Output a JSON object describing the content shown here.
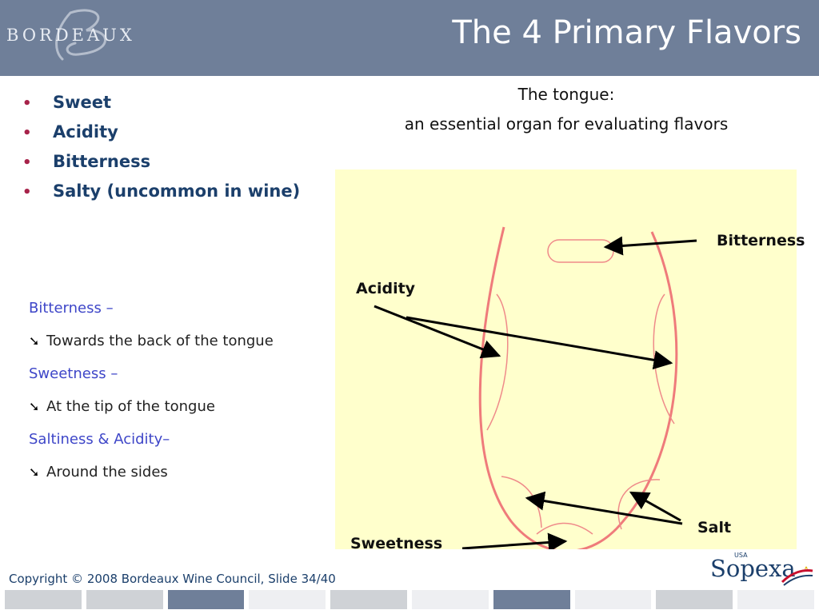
{
  "header": {
    "title": "The 4 Primary Flavors",
    "logo_text": "BORDEAUX",
    "background": "#6f7f99"
  },
  "bullets": [
    "Sweet",
    "Acidity",
    "Bitterness",
    "Salty (uncommon in wine)"
  ],
  "notes": [
    {
      "head": "Bitterness –",
      "body": "Towards the back of the tongue"
    },
    {
      "head": "Sweetness –",
      "body": "At the tip of the tongue"
    },
    {
      "head": "Saltiness & Acidity–",
      "body": "Around the sides"
    }
  ],
  "caption": {
    "line1": "The tongue:",
    "line2": "an essential organ for evaluating flavors"
  },
  "diagram": {
    "labels": {
      "bitterness": "Bitterness",
      "acidity": "Acidity",
      "salt": "Salt",
      "sweetness": "Sweetness"
    },
    "outline_color": "#ef7b7b",
    "panel_color": "#ffffcc"
  },
  "footer": {
    "copyright": "Copyright © 2008 Bordeaux Wine Council, Slide 34/40",
    "sponsor_name": "Sopexa",
    "sponsor_region": "USA"
  },
  "strip_colors": [
    "#cfd2d6",
    "#cfd2d6",
    "#6f7f99",
    "#eeeff2",
    "#cfd2d6",
    "#eeeff2",
    "#6f7f99",
    "#eeeff2",
    "#cfd2d6",
    "#eeeff2"
  ]
}
